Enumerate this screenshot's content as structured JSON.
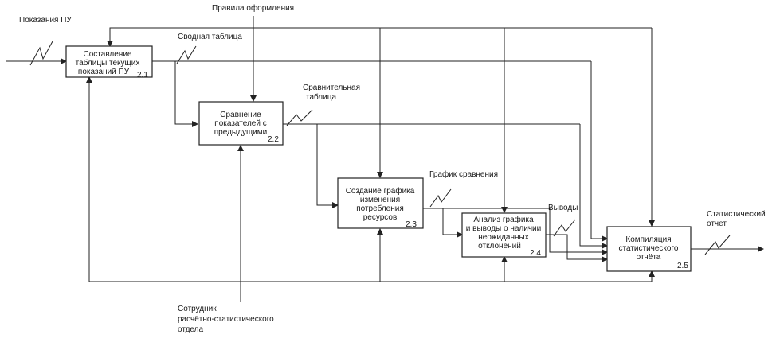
{
  "external": {
    "input": "Показания ПУ",
    "control": "Правила оформления",
    "mechanism_line1": "Сотрудник",
    "mechanism_line2": "расчётно-статистического",
    "mechanism_line3": "отдела",
    "output_line1": "Статистический",
    "output_line2": "отчет"
  },
  "arrows": {
    "summary": "Сводная таблица",
    "compare_line1": "Сравнительная",
    "compare_line2": "таблица",
    "graph": "График сравнения",
    "conclusions": "Выводы"
  },
  "blocks": [
    {
      "lines": [
        "Составление",
        "таблицы текущих",
        "показаний ПУ"
      ],
      "num": "2.1"
    },
    {
      "lines": [
        "Сравнение",
        "показателей с",
        "предыдущими"
      ],
      "num": "2.2"
    },
    {
      "lines": [
        "Создание графика",
        "изменения",
        "потребления",
        "ресурсов"
      ],
      "num": "2.3"
    },
    {
      "lines": [
        "Анализ графика",
        "и выводы о наличии",
        "неожиданных",
        "отклонений"
      ],
      "num": "2.4"
    },
    {
      "lines": [
        "Компиляция",
        "статистического",
        "отчёта"
      ],
      "num": "2.5"
    }
  ]
}
